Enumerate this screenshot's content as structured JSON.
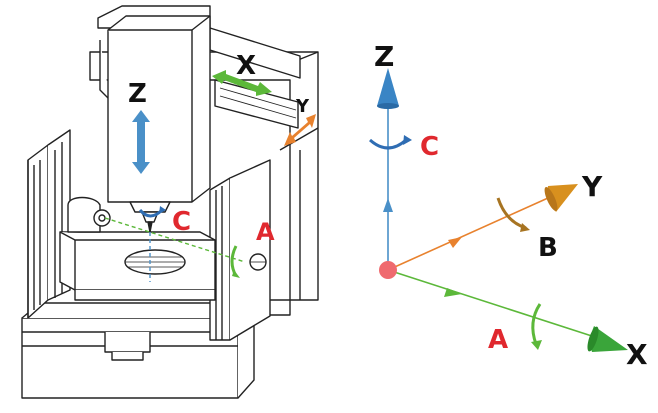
{
  "machine": {
    "labels": {
      "z": "Z",
      "x": "X",
      "y": "Y",
      "c": "C",
      "a": "A"
    }
  },
  "axes": {
    "labels": {
      "z": "Z",
      "y": "Y",
      "x": "X",
      "c": "C",
      "b": "B",
      "a": "A"
    }
  },
  "colors": {
    "z": "#4a90c8",
    "x": "#5cb83a",
    "y": "#e8822e",
    "rotation_label": "#e0282e",
    "origin": "#ef6a6f",
    "b_arrow": "#a77422",
    "y_cone": "#d8901e",
    "x_cone": "#3aa53a",
    "line": "#222222"
  }
}
